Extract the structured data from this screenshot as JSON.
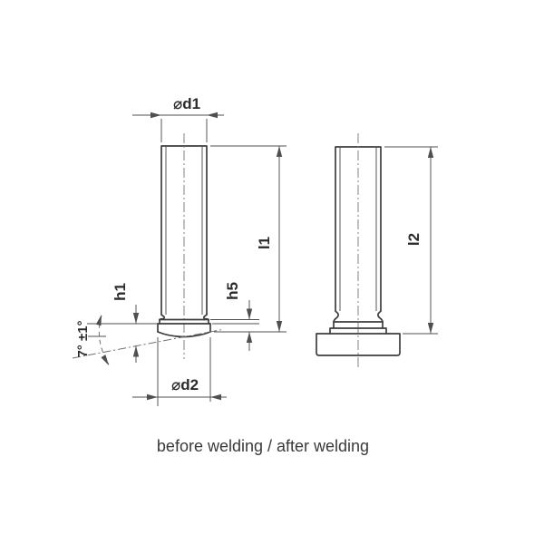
{
  "diagram": {
    "caption": "before welding / after welding",
    "labels": {
      "d1": "⌀d1",
      "d2": "⌀d2",
      "h1": "h1",
      "h5": "h5",
      "l1": "l1",
      "l2": "l2",
      "angle": "7° ±1°"
    },
    "colors": {
      "line": "#3d3d3d",
      "thin": "#4f4f4f",
      "text": "#2b2b2b",
      "background": "#ffffff"
    }
  }
}
